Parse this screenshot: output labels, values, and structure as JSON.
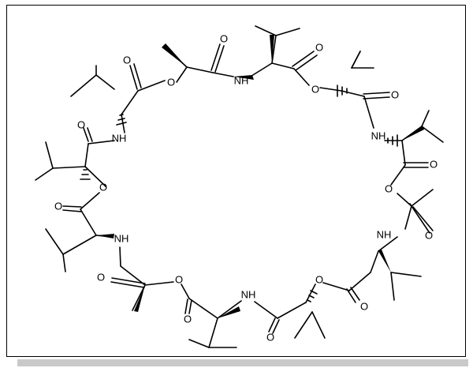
{
  "structure": {
    "colors": {
      "bond": "#000000",
      "frame": "#000000",
      "shadow": "#c9c9c9"
    },
    "ring_labels": [
      {
        "id": "O1",
        "text": "O"
      },
      {
        "id": "NH1",
        "text": "NH"
      },
      {
        "id": "O2",
        "text": "O"
      },
      {
        "id": "NH2",
        "text": "NH"
      },
      {
        "id": "O3",
        "text": "O"
      },
      {
        "id": "NH3",
        "text": "NH"
      },
      {
        "id": "O4",
        "text": "O"
      },
      {
        "id": "NH4",
        "text": "NH"
      },
      {
        "id": "O5",
        "text": "O"
      },
      {
        "id": "NH5",
        "text": "NH"
      },
      {
        "id": "O6",
        "text": "O"
      },
      {
        "id": "NH6",
        "text": "NH"
      }
    ],
    "carbonyl_labels": [
      {
        "id": "Oc1",
        "text": "O"
      },
      {
        "id": "Oc2",
        "text": "O"
      },
      {
        "id": "Oc3",
        "text": "O"
      },
      {
        "id": "Oc4",
        "text": "O"
      },
      {
        "id": "Oc5",
        "text": "O"
      },
      {
        "id": "Oc6",
        "text": "O"
      },
      {
        "id": "Oc7",
        "text": "O"
      },
      {
        "id": "Oc8",
        "text": "O"
      },
      {
        "id": "Oc9",
        "text": "O"
      },
      {
        "id": "Oc10",
        "text": "O"
      },
      {
        "id": "Oc11",
        "text": "O"
      },
      {
        "id": "Oc12",
        "text": "O"
      }
    ]
  }
}
